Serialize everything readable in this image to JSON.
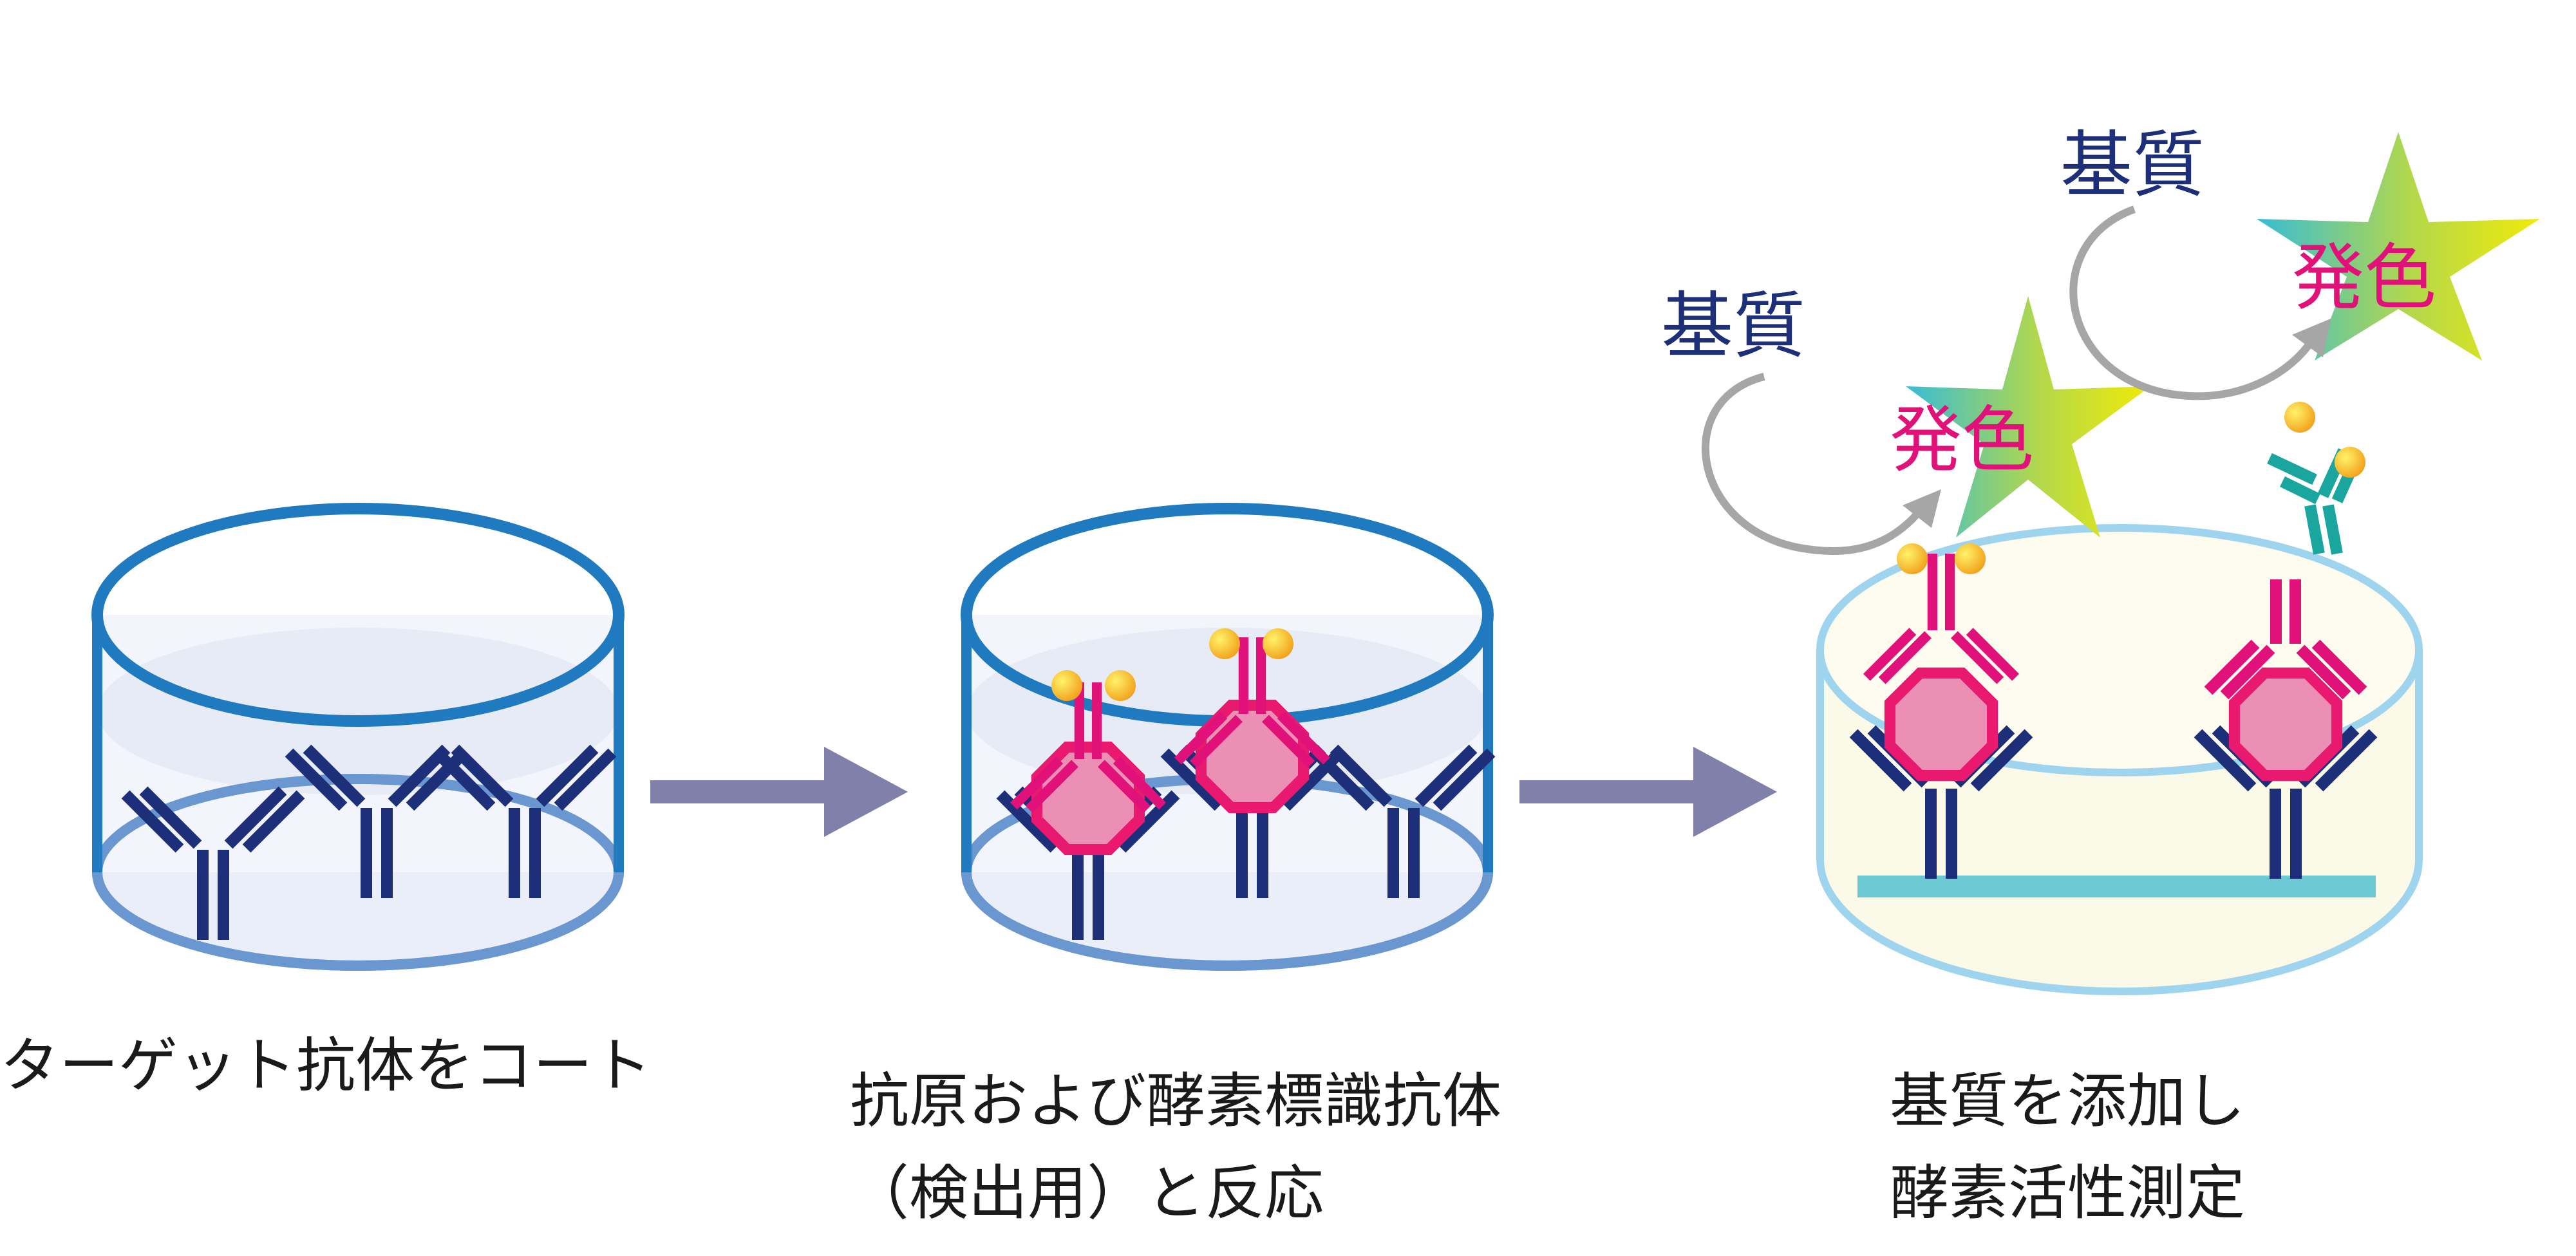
{
  "colors": {
    "dish_rim": "#1f7ac0",
    "dish_fill": "#e9eef8",
    "capture_antibody": "#1e2f7a",
    "detection_antibody": "#e0127a",
    "enzyme": "#e8196f",
    "enzyme_fill": "#ec8fb4",
    "arrow": "#8080ab",
    "surface_bar": "#6cc9d3",
    "free_antibody": "#1aa59e",
    "substrate_label": "#1e2f7a",
    "color_label": "#e0127a",
    "star_gradient": [
      "#37bcd6",
      "#e2e80c"
    ]
  },
  "icons": {
    "flow_arrow": "right-arrow-icon",
    "reaction_arrow": "curved-arrow-icon",
    "star": "star-burst-icon"
  },
  "steps": [
    {
      "caption_lines": [
        "ターゲット抗体をコート"
      ]
    },
    {
      "caption_lines": [
        "抗原および酵素標識抗体",
        "（検出用）と反応"
      ]
    },
    {
      "caption_lines": [
        "基質を添加し",
        "酵素活性測定"
      ]
    }
  ],
  "reactions": [
    {
      "substrate_label": "基質",
      "color_label": "発色"
    },
    {
      "substrate_label": "基質",
      "color_label": "発色"
    }
  ]
}
